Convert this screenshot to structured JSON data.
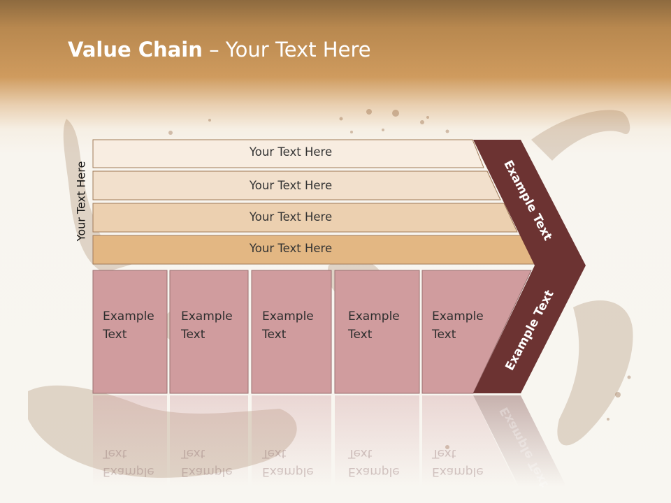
{
  "title": {
    "bold": "Value Chain",
    "rest": " – Your Text Here"
  },
  "side_label": "Your Text Here",
  "bars": [
    "Your Text Here",
    "Your Text Here",
    "Your Text Here",
    "Your Text Here"
  ],
  "cells": [
    {
      "line1": "Example",
      "line2": "Text"
    },
    {
      "line1": "Example",
      "line2": "Text"
    },
    {
      "line1": "Example",
      "line2": "Text"
    },
    {
      "line1": "Example",
      "line2": "Text"
    },
    {
      "line1": "Example",
      "line2": "Text"
    }
  ],
  "chevron": {
    "top_label": "Example Text",
    "bottom_label": "Example Text"
  },
  "colors": {
    "header_brown": "#b8884f",
    "bar_1": "#f8ede1",
    "bar_2": "#f2e0cc",
    "bar_3": "#ecd0b0",
    "bar_4": "#e3b783",
    "cell_fill": "#d09c9e",
    "chevron_fill": "#6c3332"
  }
}
